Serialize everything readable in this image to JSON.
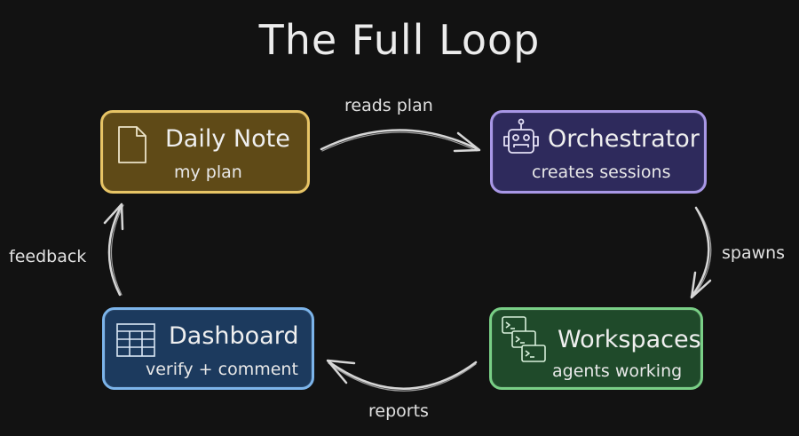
{
  "title": "The Full Loop",
  "nodes": {
    "daily_note": {
      "name": "Daily Note",
      "subtitle": "my plan",
      "icon": "document-icon",
      "fill": "#5f4a17",
      "stroke": "#e7c465"
    },
    "orchestrator": {
      "name": "Orchestrator",
      "subtitle": "creates sessions",
      "icon": "robot-icon",
      "fill": "#2e2a5c",
      "stroke": "#a897e6"
    },
    "workspaces": {
      "name": "Workspaces",
      "subtitle": "agents working",
      "icon": "terminal-windows-icon",
      "fill": "#1f4a2a",
      "stroke": "#79cf86"
    },
    "dashboard": {
      "name": "Dashboard",
      "subtitle": "verify + comment",
      "icon": "table-icon",
      "fill": "#1c3a5e",
      "stroke": "#7cb4ea"
    }
  },
  "edges": [
    {
      "from": "daily_note",
      "to": "orchestrator",
      "label": "reads plan"
    },
    {
      "from": "orchestrator",
      "to": "workspaces",
      "label": "spawns"
    },
    {
      "from": "workspaces",
      "to": "dashboard",
      "label": "reports"
    },
    {
      "from": "dashboard",
      "to": "daily_note",
      "label": "feedback"
    }
  ]
}
